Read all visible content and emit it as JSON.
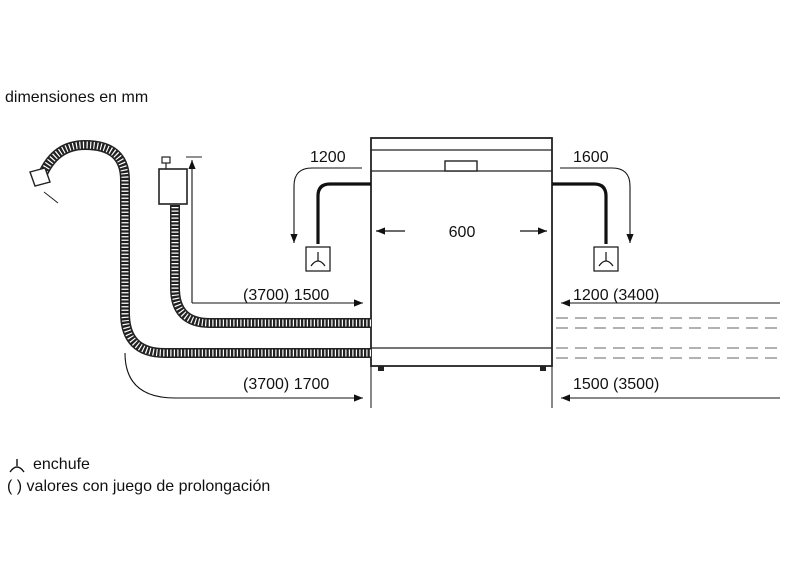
{
  "title": "dimensiones en mm",
  "dimensions": {
    "width": "600",
    "left_power_cord": "1200",
    "right_power_cord": "1600",
    "left_hose_upper": "(3700) 1500",
    "left_hose_lower": "(3700) 1700",
    "right_hose_upper": "1200 (3400)",
    "right_hose_lower": "1500 (3500)"
  },
  "legend": {
    "plug_label": "enchufe",
    "extension_label": "( ) valores con juego de prolongación"
  },
  "icons": {
    "plug": "plug-socket-icon"
  }
}
